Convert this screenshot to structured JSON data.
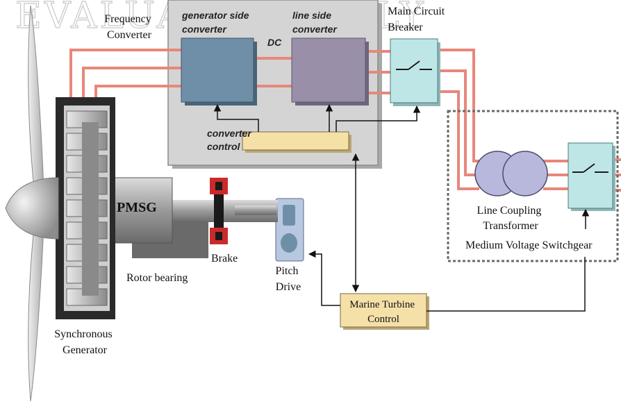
{
  "watermark": "EVALUATION ONLY",
  "labels": {
    "frequency_converter": [
      "Frequency",
      "Converter"
    ],
    "generator_side_converter": [
      "generator side",
      "converter"
    ],
    "line_side_converter": [
      "line side",
      "converter"
    ],
    "dc": "DC",
    "main_circuit_breaker": [
      "Main Circuit",
      "Breaker"
    ],
    "converter_control": [
      "converter",
      "control"
    ],
    "pmsg": "PMSG",
    "brake": "Brake",
    "rotor_bearing": "Rotor bearing",
    "pitch_drive": [
      "Pitch",
      "Drive"
    ],
    "synchronous_generator": [
      "Synchronous",
      "Generator"
    ],
    "line_coupling_transformer": [
      "Line Coupling",
      "Transformer"
    ],
    "medium_voltage_switchgear": "Medium Voltage Switchgear",
    "marine_turbine_control": [
      "Marine Turbine",
      "Control"
    ]
  },
  "colors": {
    "power_line": "#e8877a",
    "gen_converter": "#6f8fa8",
    "line_converter": "#9a8fa8",
    "breaker": "#bfe6e6",
    "control_box": "#f5e0a8",
    "transformer": "#b8b8dc",
    "panel": "#d4d4d4"
  }
}
